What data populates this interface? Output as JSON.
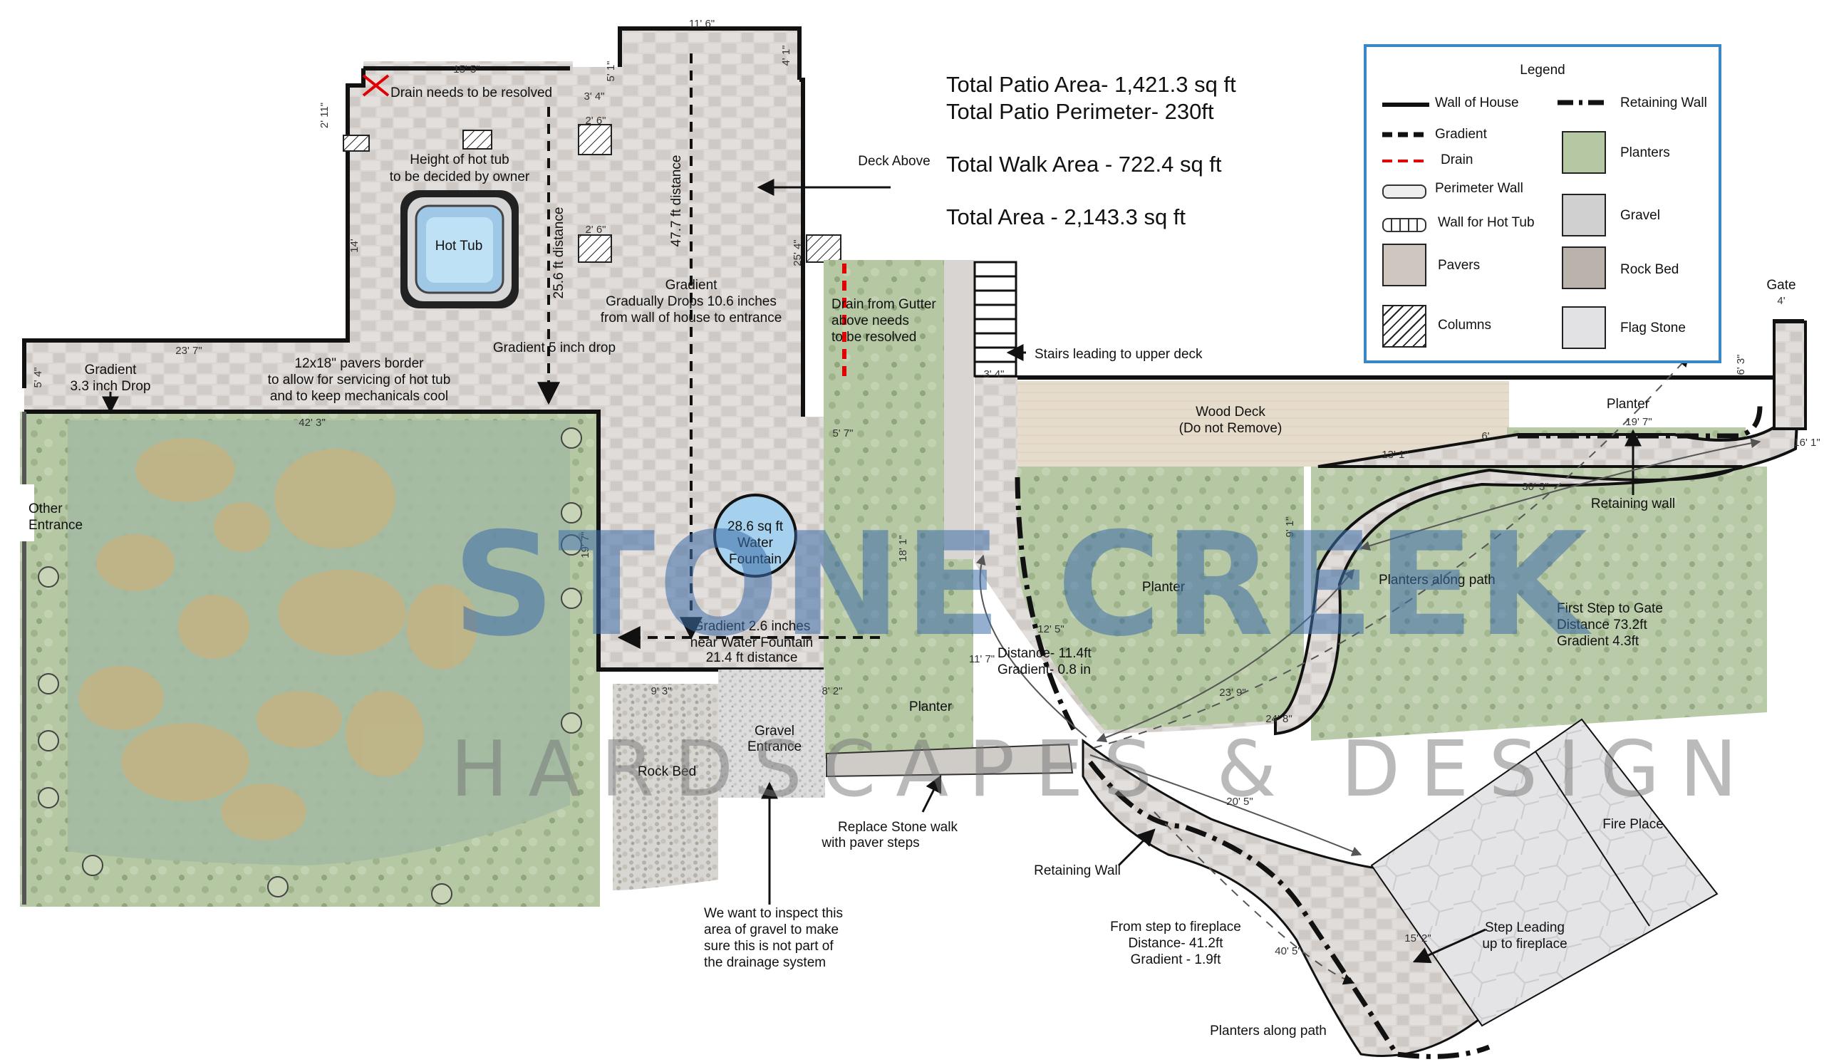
{
  "stats": {
    "patio_area": "Total Patio Area- 1,421.3 sq ft",
    "patio_perimeter": "Total Patio Perimeter- 230ft",
    "walk_area": "Total Walk Area - 722.4 sq ft",
    "total_area": "Total Area - 2,143.3 sq ft"
  },
  "legend": {
    "title": "Legend",
    "wall_of_house": "Wall of House",
    "retaining_wall": "Retaining Wall",
    "gradient": "Gradient",
    "drain": "Drain",
    "planters": "Planters",
    "perimeter_wall": "Perimeter Wall",
    "wall_for_hot_tub": "Wall for Hot Tub",
    "gravel": "Gravel",
    "pavers": "Pavers",
    "rock_bed": "Rock Bed",
    "columns": "Columns",
    "flag_stone": "Flag Stone"
  },
  "watermark": {
    "brand": "STONE CREEK",
    "tagline": "HARDSCAPES & DESIGN"
  },
  "labels": {
    "drain_resolve": "Drain needs to be resolved",
    "hot_tub_height_1": "Height of hot tub",
    "hot_tub_height_2": "to be decided by owner",
    "hot_tub": "Hot Tub",
    "gradient_left_1": "Gradient",
    "gradient_left_2": "3.3 inch Drop",
    "pavers_border_1": "12x18\" pavers border",
    "pavers_border_2": "to allow for servicing of hot tub",
    "pavers_border_3": "and to keep mechanicals cool",
    "gradient_5": "Gradient 5 inch drop",
    "dist_256": "25.6 ft distance",
    "dist_477": "47.7 ft distance",
    "gradient_main_1": "Gradient",
    "gradient_main_2": "Gradually Drops 10.6 inches",
    "gradient_main_3": "from wall of house to entrance",
    "deck_above": "Deck Above",
    "other_entrance_1": "Other",
    "other_entrance_2": "Entrance",
    "fountain_1": "28.6 sq ft",
    "fountain_2": "Water",
    "fountain_3": "Fountain",
    "gradient_fountain_1": "Gradient 2.6 inches",
    "gradient_fountain_2": "near Water Fountain",
    "gradient_fountain_3": "21.4 ft distance",
    "gutter_1": "Drain from Gutter",
    "gutter_2": "above needs",
    "gutter_3": "to be resolved",
    "planter_mid": "Planter",
    "stairs": "Stairs leading to upper deck",
    "wood_deck_1": "Wood Deck",
    "wood_deck_2": "(Do not Remove)",
    "planter_top": "Planter",
    "gate": "Gate",
    "retaining_wall_top": "Retaining wall",
    "planter_center": "Planter",
    "planters_path_1": "Planters along path",
    "first_step_1": "First Step to Gate",
    "first_step_2": "Distance 73.2ft",
    "first_step_3": "Gradient 4.3ft",
    "dist_114_1": "Distance- 11.4ft",
    "dist_114_2": "Gradient- 0.8 in",
    "rock_bed": "Rock Bed",
    "gravel_1": "Gravel",
    "gravel_2": "Entrance",
    "replace_1": "Replace Stone walk",
    "replace_2": "with paver steps",
    "inspect_1": "We want to inspect this",
    "inspect_2": "area of gravel to make",
    "inspect_3": "sure this is not part of",
    "inspect_4": "the drainage system",
    "retaining_wall_bottom": "Retaining Wall",
    "step_fp_1": "From step to fireplace",
    "step_fp_2": "Distance- 41.2ft",
    "step_fp_3": "Gradient - 1.9ft",
    "fire_place": "Fire Place",
    "step_leading_1": "Step Leading",
    "step_leading_2": "up to fireplace",
    "planters_path_2": "Planters along path"
  },
  "dimensions": {
    "d_11_6": "11' 6\"",
    "d_15_5": "15' 5\"",
    "d_2_11": "2' 11\"",
    "d_4_1": "4' 1\"",
    "d_5_1": "5' 1\"",
    "d_3_4a": "3' 4\"",
    "d_2_6a": "2' 6\"",
    "d_2_6b": "2' 6\"",
    "d_14": "14'",
    "d_23_7": "23' 7\"",
    "d_5_4": "5' 4\"",
    "d_42_3": "42' 3\"",
    "d_19_7": "19' 7\"",
    "d_25_4": "25' 4\"",
    "d_5_7": "5' 7\"",
    "d_18_1": "18' 1\"",
    "d_9_3": "9' 3\"",
    "d_8_2": "8' 2\"",
    "d_3_4b": "3' 4\"",
    "d_13_1": "13' 1\"",
    "d_19_7b": "19' 7\"",
    "d_4": "4'",
    "d_6_3": "6' 3\"",
    "d_16_1": "16' 1\"",
    "d_30_3": "30' 3\"",
    "d_9_1": "9' 1\"",
    "d_12_5": "12' 5\"",
    "d_11_7": "11' 7\"",
    "d_23_9": "23' 9\"",
    "d_24_8": "24' 8\"",
    "d_20_5": "20' 5\"",
    "d_40_5": "40' 5\"",
    "d_15_2": "15' 2\"",
    "d_6": "6'"
  },
  "colors": {
    "pavers": "#ddd9d6",
    "planter": "#b3c6a2",
    "lawn": "#a4baa3",
    "gravel": "#d6d6d6",
    "wood_deck": "#e5dccd",
    "flagstone": "#e6e6e8",
    "legend_border": "#3a87c8",
    "drain": "#e00000",
    "watermark": "#3e6ea8"
  }
}
